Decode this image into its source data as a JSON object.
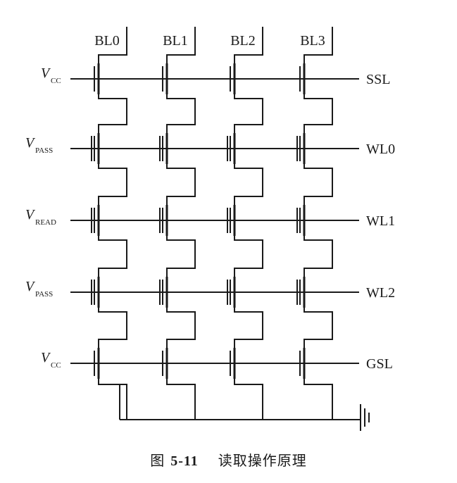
{
  "bitlines": [
    "BL0",
    "BL1",
    "BL2",
    "BL3"
  ],
  "rows": [
    {
      "v_main": "V",
      "v_sub": "CC",
      "line": "SSL"
    },
    {
      "v_main": "V",
      "v_sub": "PASS",
      "line": "WL0"
    },
    {
      "v_main": "V",
      "v_sub": "READ",
      "line": "WL1"
    },
    {
      "v_main": "V",
      "v_sub": "PASS",
      "line": "WL2"
    },
    {
      "v_main": "V",
      "v_sub": "CC",
      "line": "GSL"
    }
  ],
  "caption": {
    "figure": "图",
    "number": "5-11",
    "title": "读取操作原理"
  }
}
